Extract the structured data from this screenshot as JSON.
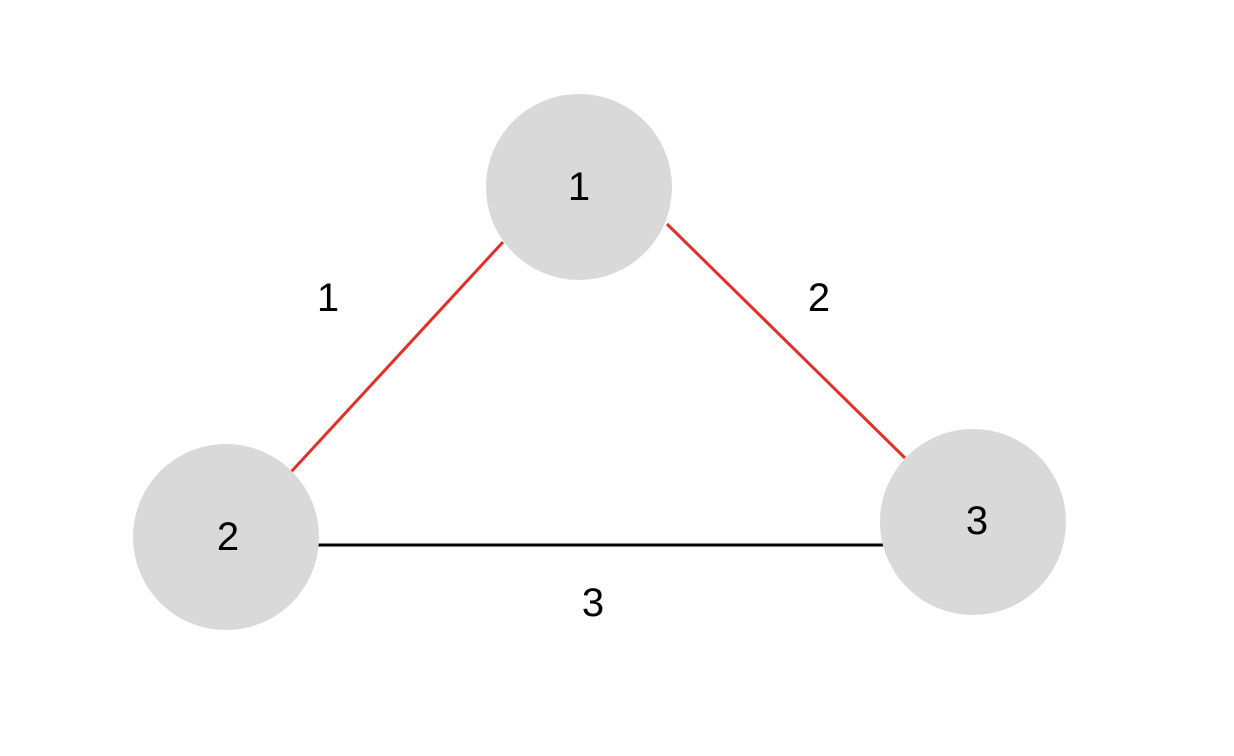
{
  "nodes": [
    {
      "id": "1",
      "label": "1"
    },
    {
      "id": "2",
      "label": "2"
    },
    {
      "id": "3",
      "label": "3"
    }
  ],
  "edges": [
    {
      "id": "e12",
      "from": "1",
      "to": "2",
      "label": "1",
      "highlighted": true
    },
    {
      "id": "e13",
      "from": "1",
      "to": "3",
      "label": "2",
      "highlighted": true
    },
    {
      "id": "e23",
      "from": "2",
      "to": "3",
      "label": "3",
      "highlighted": false
    }
  ],
  "colors": {
    "node_fill": "#d9d9d9",
    "highlighted_edge": "#e0302a",
    "default_edge": "#000000",
    "text": "#000000",
    "background": "#ffffff"
  }
}
